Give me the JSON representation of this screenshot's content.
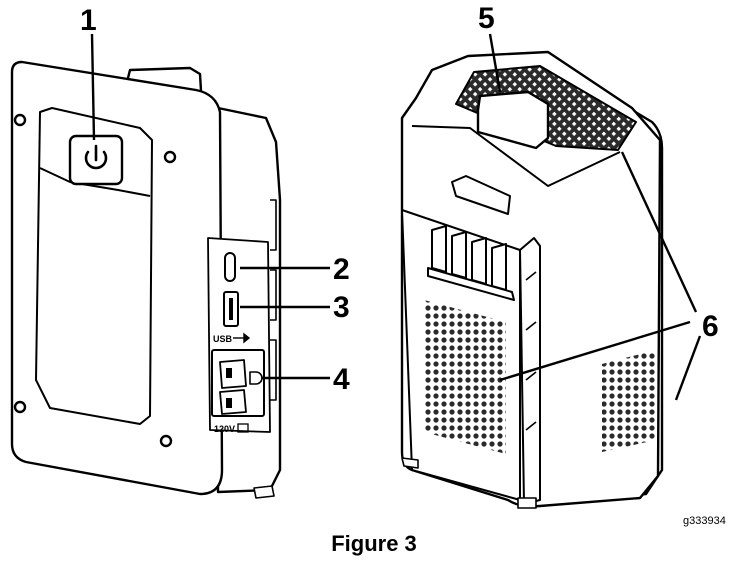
{
  "figure": {
    "caption": "Figure 3",
    "code": "g333934",
    "callouts": [
      "1",
      "2",
      "3",
      "4",
      "5",
      "6"
    ],
    "port_labels": {
      "usb": "USB",
      "outlet": "120V"
    },
    "colors": {
      "body": "#ffffff",
      "line": "#000000",
      "vent": "#2b2b2b"
    }
  }
}
